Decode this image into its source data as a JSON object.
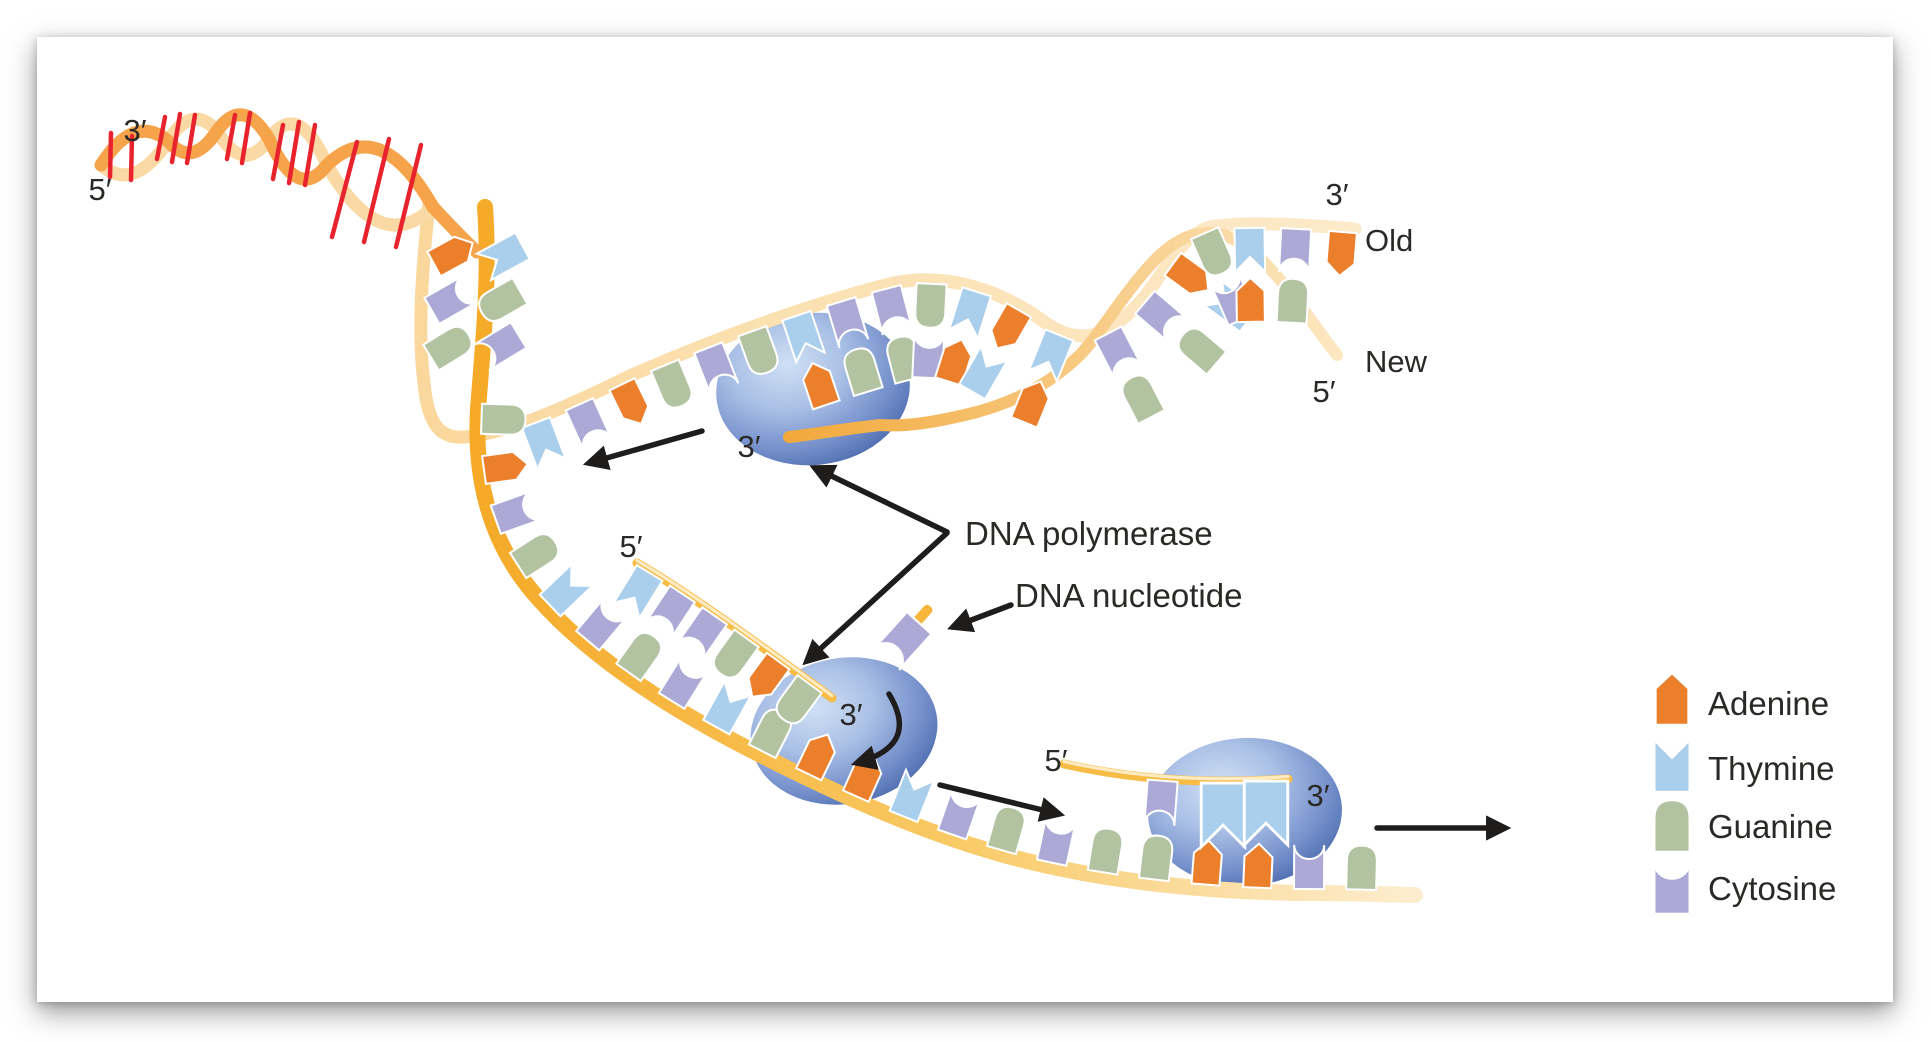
{
  "labels": {
    "helix_three_prime": "3′",
    "helix_five_prime": "5′",
    "fork_three_prime": "3′",
    "fragment1_five_prime": "5′",
    "fragment1_three_prime": "3′",
    "fragment2_five_prime": "5′",
    "fragment2_three_prime": "3′",
    "right_three_prime": "3′",
    "right_five_prime": "5′",
    "old_strand": "Old",
    "new_strand": "New",
    "dna_polymerase": "DNA polymerase",
    "dna_nucleotide": "DNA nucleotide"
  },
  "legend": {
    "items": [
      {
        "label": "Adenine",
        "base": "A",
        "color": "#eb7f2c"
      },
      {
        "label": "Thymine",
        "base": "T",
        "color": "#a9cfec"
      },
      {
        "label": "Guanine",
        "base": "G",
        "color": "#b2c3a2"
      },
      {
        "label": "Cytosine",
        "base": "C",
        "color": "#ada9d7"
      }
    ]
  },
  "strands": {
    "top_template": {
      "sequence": "TCAGCGTCCGTATCCAGTCAG"
    },
    "fork_ladder": {
      "sequence": "ACGT"
    },
    "bottom_template": {
      "sequence": "GACGTCGCTGAATCGCGGAACGT"
    },
    "okazaki_fragment_1": {
      "sequence": "TCCGAG"
    },
    "okazaki_fragment_2": {
      "sequence": "C"
    }
  },
  "colors": {
    "adenine": "#eb7f2c",
    "thymine": "#a9cfec",
    "guanine": "#b2c3a2",
    "cytosine": "#ada9d7",
    "strand_gold": "#f5aa28",
    "strand_pale": "#fbdca8",
    "helix_orange": "#f5a44c",
    "base_pair_rung": "#e8232d",
    "polymerase_blue": "#4c6bae",
    "arrow": "#1f1d1b",
    "text": "#2b2926"
  }
}
